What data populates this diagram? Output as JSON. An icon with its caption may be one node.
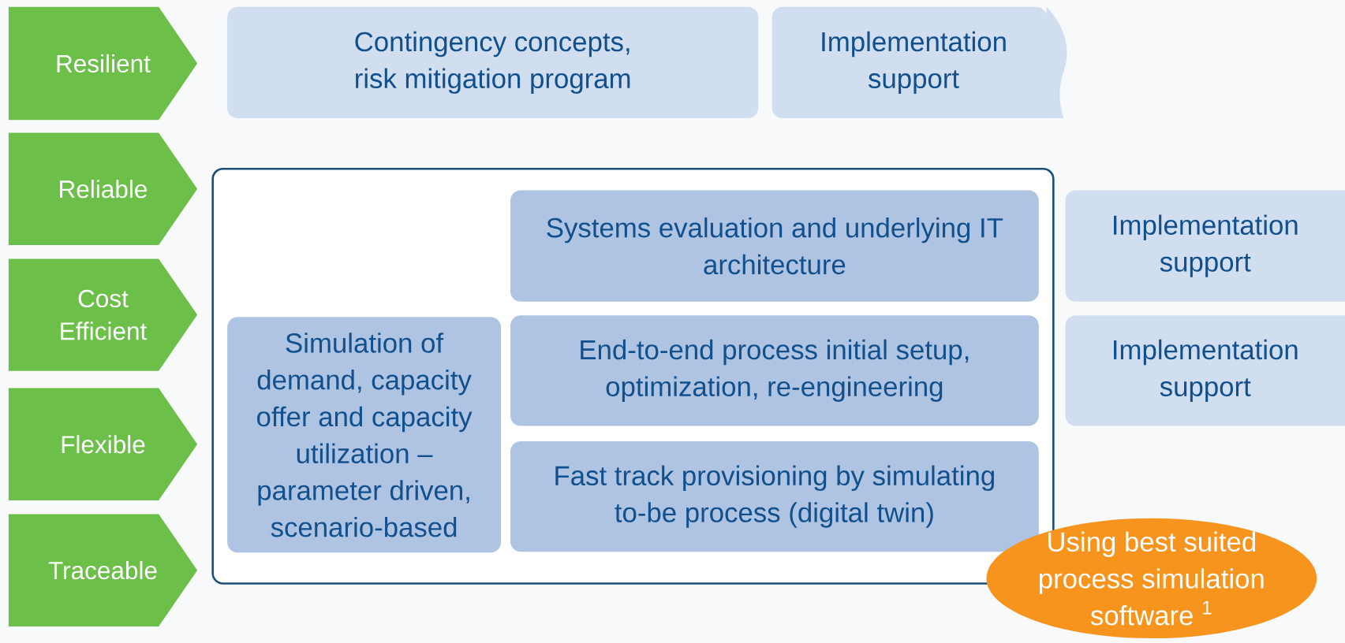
{
  "diagram": {
    "nodes": [
      {
        "text": [
          "Resilient"
        ]
      },
      {
        "text": [
          "Contingency concepts, risk mitigation program"
        ]
      },
      {
        "text": [
          "Implementation support"
        ]
      },
      {
        "text": [
          "Reliable"
        ]
      },
      {
        "text": [],
        "shape": "box"
      },
      {
        "text": [
          "Systems evaluation and underlying IT architecture"
        ],
        "in": 4
      },
      {
        "text": [
          "Implementation support"
        ]
      },
      {
        "text": [
          "Cost Efficient"
        ]
      },
      {
        "text": [
          "Simulation of demand, capacity offer and capacity utilization – parameter driven, scenario-based"
        ],
        "in": 4
      },
      {
        "text": [
          "End-to-end process initial setup, optimization, re-engineering"
        ],
        "in": 4
      },
      {
        "text": [
          "Implementation support"
        ]
      },
      {
        "text": [
          "Flexible"
        ]
      },
      {
        "text": [
          "Fast track provisioning by simulating to-be process (digital twin)"
        ],
        "in": 4
      },
      {
        "text": [
          "Traceable"
        ]
      },
      {
        "text": [
          "Using best suited process simulation software $^{1}$"
        ]
      }
    ]
  }
}
